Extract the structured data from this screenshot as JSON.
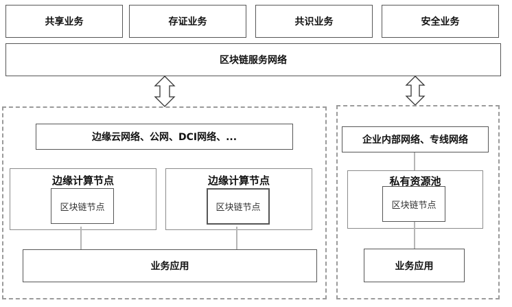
{
  "business_services": [
    {
      "label": "共享业务"
    },
    {
      "label": "存证业务"
    },
    {
      "label": "共识业务"
    },
    {
      "label": "安全业务"
    }
  ],
  "service_network": {
    "label": "区块链服务网络"
  },
  "edge_zone": {
    "network_label": "边缘云网络、公网、DCI网络、...",
    "compute_nodes": [
      {
        "title": "边缘计算节点",
        "inner_label": "区块链节点"
      },
      {
        "title": "边缘计算节点",
        "inner_label": "区块链节点"
      }
    ],
    "application_label": "业务应用"
  },
  "private_zone": {
    "network_label": "企业内部网络、专线网络",
    "pool_title": "私有资源池",
    "inner_label": "区块链节点",
    "application_label": "业务应用"
  },
  "colors": {
    "box_border": "#555555",
    "dashed_border": "#9a9a9a",
    "connector": "#b5b5b5"
  }
}
